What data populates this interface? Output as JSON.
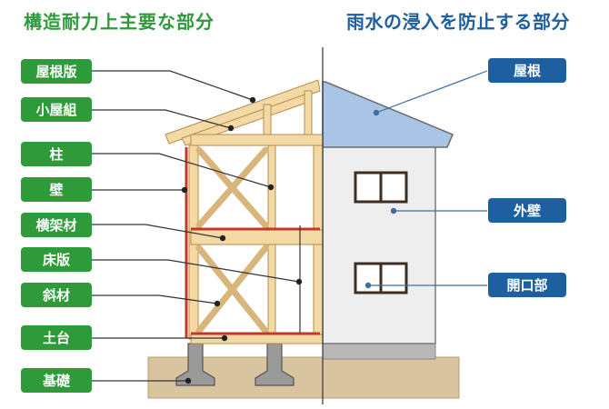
{
  "headings": {
    "structural": "構造耐力上主要な部分",
    "rainwater": "雨水の浸入を防止する部分"
  },
  "structural_labels": [
    "屋根版",
    "小屋組",
    "柱",
    "壁",
    "横架材",
    "床版",
    "斜材",
    "土台",
    "基礎"
  ],
  "rainwater_labels": [
    "屋根",
    "外壁",
    "開口部"
  ],
  "colors": {
    "green_label": "#2f9a3a",
    "blue_label": "#1d5f9f",
    "roof_blue": "#a9c4e4",
    "wood": "#f3d9a4",
    "wood_edge": "#b8894d",
    "ground": "#d9c4a0",
    "wall": "#eeeeee"
  }
}
